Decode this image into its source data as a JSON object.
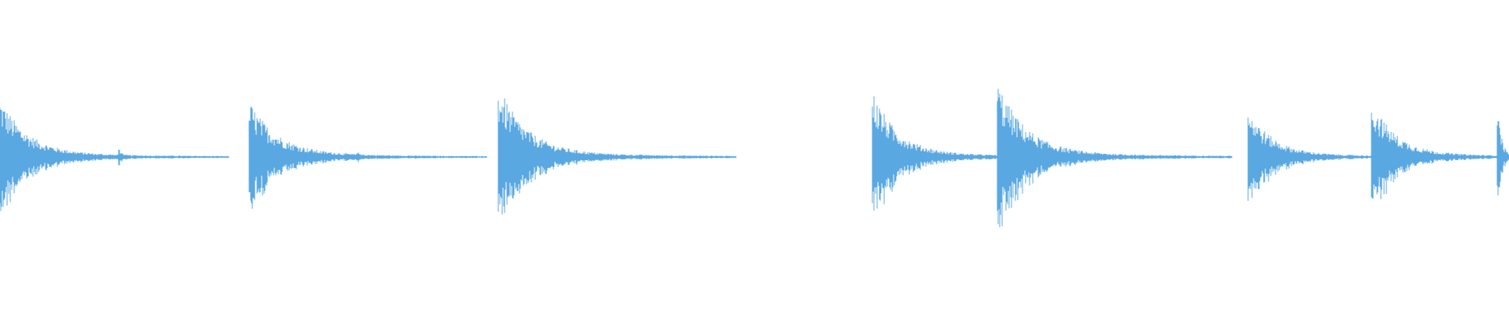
{
  "waveform": {
    "color": "#5aa8e2",
    "background": "#ffffff",
    "duration_ratio_total": 1.0,
    "hits": [
      {
        "t": 0.0,
        "peak": 0.55,
        "tail": 0.08,
        "echo_offset": 0.0825,
        "echo_amp": 0.09
      },
      {
        "t": 0.165,
        "peak": 0.52,
        "tail": 0.083,
        "echo_offset": 0.0825,
        "echo_amp": 0.07
      },
      {
        "t": 0.33,
        "peak": 0.66,
        "tail": 0.083,
        "echo_offset": 0.0825,
        "echo_amp": 0.06
      },
      {
        "t": 0.578,
        "peak": 0.62,
        "tail": 0.072,
        "echo_offset": 0.0,
        "echo_amp": 0.0
      },
      {
        "t": 0.661,
        "peak": 0.7,
        "tail": 0.082,
        "echo_offset": 0.0825,
        "echo_amp": 0.06
      },
      {
        "t": 0.827,
        "peak": 0.46,
        "tail": 0.07,
        "echo_offset": 0.0,
        "echo_amp": 0.0
      },
      {
        "t": 0.909,
        "peak": 0.54,
        "tail": 0.07,
        "echo_offset": 0.0,
        "echo_amp": 0.0
      },
      {
        "t": 0.992,
        "peak": 0.62,
        "tail": 0.01,
        "echo_offset": 0.0,
        "echo_amp": 0.0
      }
    ]
  }
}
